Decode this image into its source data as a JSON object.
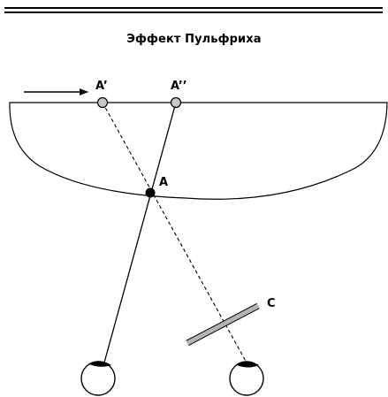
{
  "header": {
    "title": "Эффект Пульфриха"
  },
  "diagram": {
    "labels": {
      "a_prime": "A’",
      "a_double_prime": "A’’",
      "a": "A",
      "c": "C"
    },
    "colors": {
      "line": "#000000",
      "marker_fill": "#c8c8c8",
      "filter_fill": "#b4b4b4",
      "point_fill": "#000000",
      "background": "#ffffff"
    },
    "icons": {
      "motion_arrow": "arrow-right-icon",
      "left_eye": "eye-icon",
      "right_eye": "eye-icon"
    }
  }
}
